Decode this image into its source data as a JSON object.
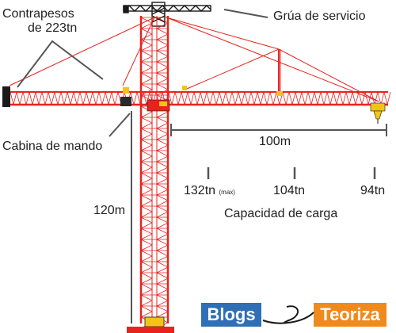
{
  "labels": {
    "counterweight_line1": "Contrapesos",
    "counterweight_line2": "de 223tn",
    "service_crane": "Grúa de servicio",
    "control_cabin": "Cabina de mando",
    "jib_length": "100m",
    "tower_height": "120m",
    "capacity_1_value": "132tn",
    "capacity_1_note": "(max)",
    "capacity_2": "104tn",
    "capacity_3": "94tn",
    "capacity_caption": "Capacidad de carga"
  },
  "logo": {
    "left_text": "Blogs",
    "right_text": "Teoriza"
  },
  "colors": {
    "structure_red": "#e8231f",
    "dark_outline": "#1a1a1a",
    "annotation_gray": "#555555",
    "logo_blue": "#2f6fb5",
    "logo_orange": "#f08a1c",
    "cab_yellow": "#f2c418"
  }
}
